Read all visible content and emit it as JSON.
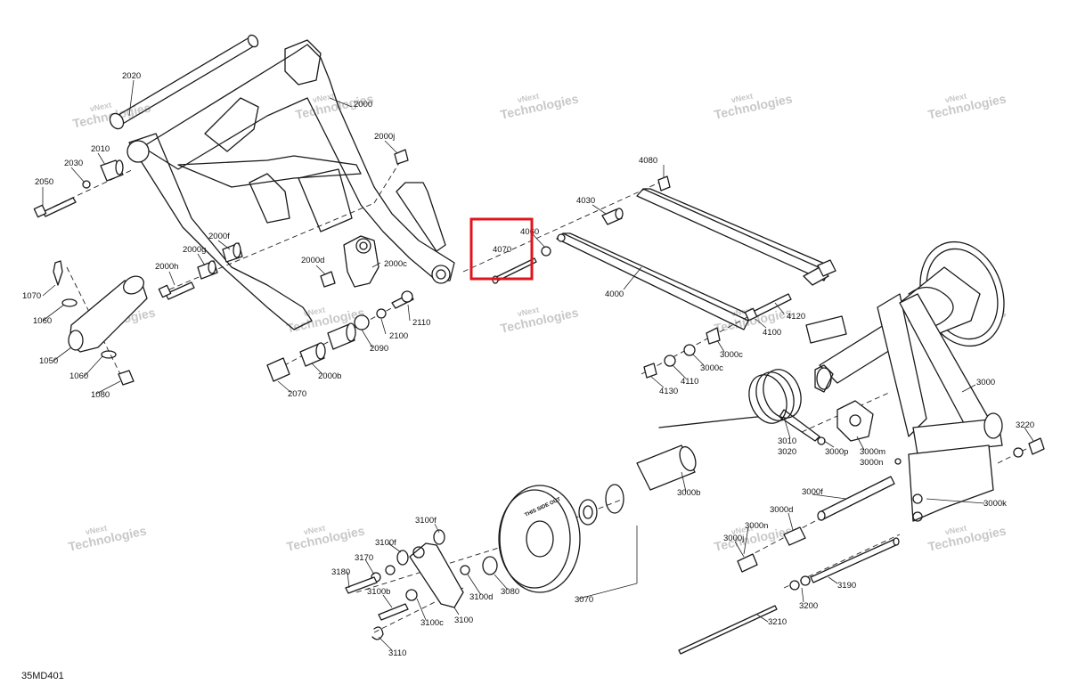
{
  "diagram": {
    "code": "35MD401",
    "watermark": {
      "line1": "vNext",
      "line2": "Technologies"
    },
    "highlight": {
      "label": "4070",
      "color": "#e0141c"
    },
    "labels": {
      "p2020": "2020",
      "p2000": "2000",
      "p2010": "2010",
      "p2030": "2030",
      "p2050": "2050",
      "p2000j": "2000j",
      "p2000f": "2000f",
      "p2000g": "2000g",
      "p2000h": "2000h",
      "p2000d": "2000d",
      "p2000c": "2000c",
      "p1070": "1070",
      "p1060a": "1060",
      "p1050": "1050",
      "p1060b": "1060",
      "p1080": "1080",
      "p2110": "2110",
      "p2100": "2100",
      "p2090": "2090",
      "p2000b": "2000b",
      "p2070": "2070",
      "p4070": "4070",
      "p4060": "4060",
      "p4080": "4080",
      "p4030": "4030",
      "p4000": "4000",
      "p4120": "4120",
      "p4100": "4100",
      "p3000c1": "3000c",
      "p3000c2": "3000c",
      "p4110": "4110",
      "p4130": "4130",
      "p3000": "3000",
      "p3220": "3220",
      "p3010": "3010",
      "p3020": "3020",
      "p3000p": "3000p",
      "p3000m": "3000m",
      "p3000n1": "3000n",
      "p3000b": "3000b",
      "p3000f": "3000f",
      "p3000k": "3000k",
      "p3000d": "3000d",
      "p3000n2": "3000n",
      "p3000j": "3000j",
      "p3190": "3190",
      "p3200": "3200",
      "p3210": "3210",
      "p3100f1": "3100f",
      "p3100f2": "3100f",
      "p3170": "3170",
      "p3180": "3180",
      "p3100b": "3100b",
      "p3100c": "3100c",
      "p3100d": "3100d",
      "p3100": "3100",
      "p3080": "3080",
      "p3070": "3070",
      "p3110": "3110"
    },
    "wheel_text": "THIS SIDE OUT"
  }
}
